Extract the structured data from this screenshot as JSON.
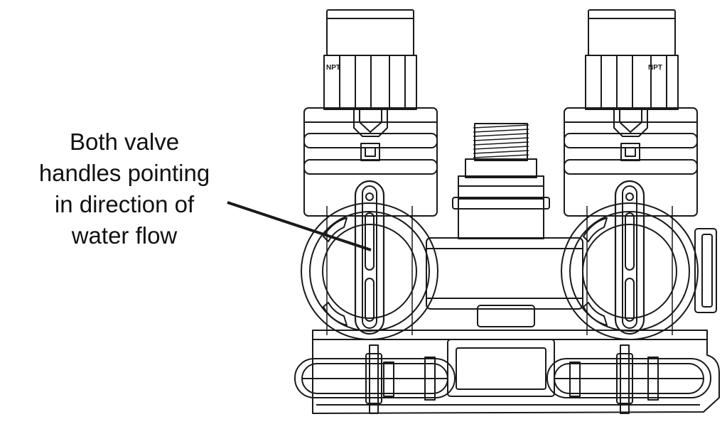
{
  "callout": {
    "lines": [
      "Both valve",
      "handles pointing",
      "in direction of",
      "water flow"
    ]
  },
  "labels": {
    "left_cap_marking": "NPT",
    "right_cap_marking": "NPT"
  },
  "colors": {
    "line": "#1a1a1a",
    "background": "#ffffff"
  }
}
